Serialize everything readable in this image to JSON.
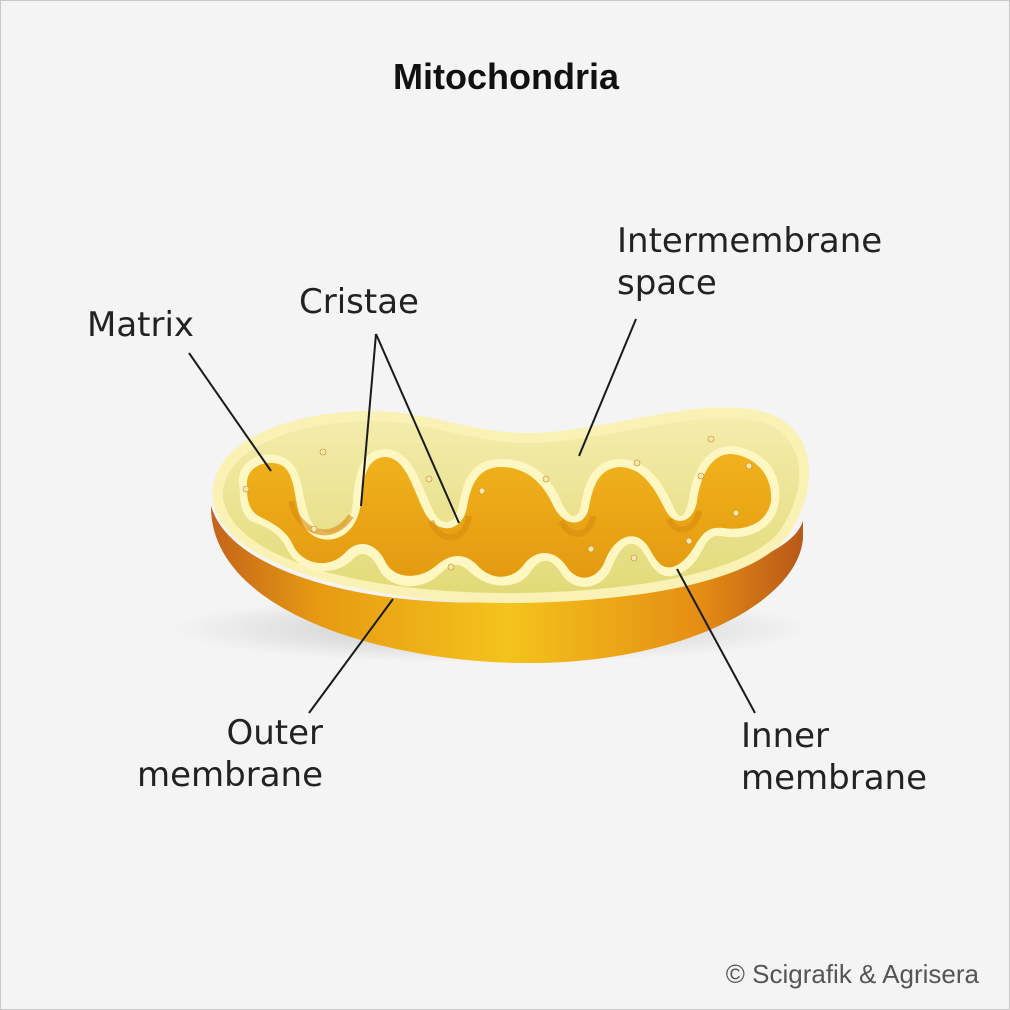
{
  "title": "Mitochondria",
  "labels": {
    "matrix": "Matrix",
    "cristae": "Cristae",
    "intermembrane_line1": "Intermembrane",
    "intermembrane_line2": "space",
    "outer_line1": "Outer",
    "outer_line2": "membrane",
    "inner_line1": "Inner",
    "inner_line2": "membrane"
  },
  "credit": "© Scigrafik & Agrisera",
  "colors": {
    "background": "#f4f4f4",
    "outer_shell": "#e8a30f",
    "intermembrane": "#ece58c",
    "matrix": "#eba318",
    "membrane_rim": "#fbf3b0",
    "leader_line": "#1a1a1a"
  }
}
